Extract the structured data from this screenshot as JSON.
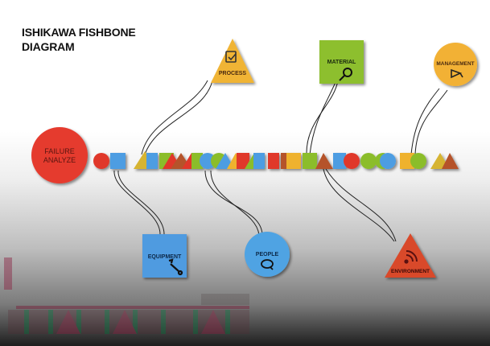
{
  "title": {
    "line1": "ISHIKAWA FISHBONE",
    "line2": "DIAGRAM"
  },
  "head": {
    "label_line1": "FAILURE",
    "label_line2": "ANALYZE",
    "color": "#e53a2e",
    "shape": "circle"
  },
  "categories": [
    {
      "id": "process",
      "label": "PROCESS",
      "shape": "triangle",
      "color": "#f0b434",
      "icon": "clipboard-check-icon",
      "position": "top"
    },
    {
      "id": "material",
      "label": "MATERIAL",
      "shape": "square",
      "color": "#8dbf2e",
      "icon": "magnifier-icon",
      "position": "top"
    },
    {
      "id": "management",
      "label": "MANAGEMENT",
      "shape": "circle",
      "color": "#f2b134",
      "icon": "megaphone-icon",
      "position": "top"
    },
    {
      "id": "equipment",
      "label": "EQUIPMENT",
      "shape": "square",
      "color": "#4f9be0",
      "icon": "wrench-icon",
      "position": "bottom"
    },
    {
      "id": "people",
      "label": "PEOPLE",
      "shape": "circle",
      "color": "#4fa3e3",
      "icon": "chat-bubble-icon",
      "position": "bottom"
    },
    {
      "id": "environment",
      "label": "ENVIRONMENT",
      "shape": "triangle",
      "color": "#d94a2a",
      "icon": "rss-icon",
      "position": "bottom"
    }
  ],
  "palette": {
    "red": "#e0392c",
    "blue": "#4e9de2",
    "yellow": "#efb22f",
    "green": "#8bbd2b",
    "brown": "#b5532a",
    "mustard": "#d6b431"
  }
}
